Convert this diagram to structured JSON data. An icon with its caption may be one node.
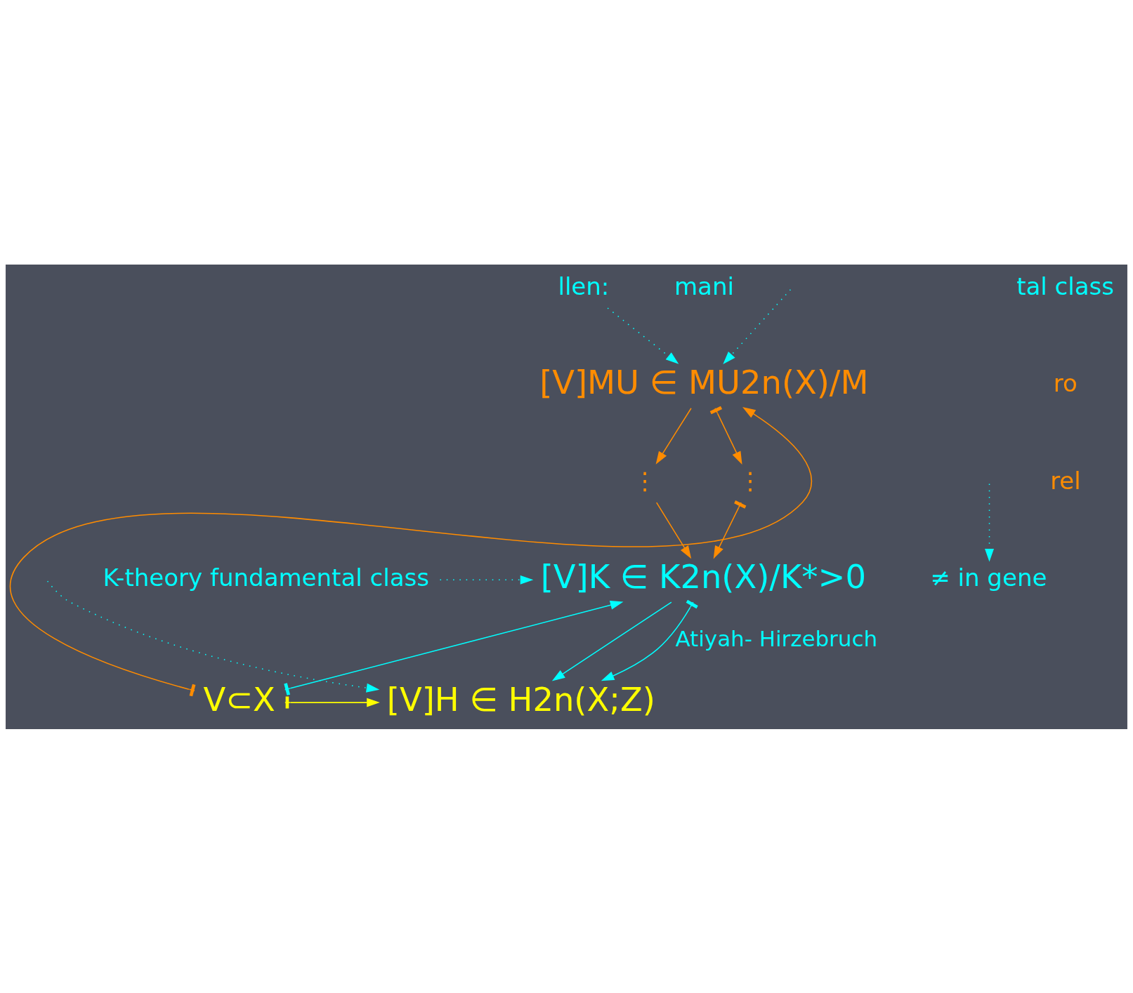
{
  "diagram": {
    "nodes": [
      {
        "text": [
          "llen:"
        ]
      },
      {
        "text": [
          "[V]MU ∈ MU2n(X)/M"
        ]
      },
      {
        "text": [
          "⋮"
        ]
      },
      {
        "text": [
          "⋮"
        ]
      },
      {
        "text": [
          "K-theory fundamental class"
        ]
      },
      {
        "text": [
          "[V]K ∈ K2n(X)/K*>0"
        ]
      },
      {
        "text": [
          "≠ in gene"
        ]
      },
      {
        "text": [
          "V⊂X"
        ]
      },
      {
        "text": [
          "[V]H ∈ H2n(X;Z)"
        ]
      }
    ],
    "edges": [
      {
        "from": 0,
        "to": 1,
        "arrow": "to",
        "style": "dashed"
      },
      {
        "from": null,
        "to": 1,
        "arrow": "to",
        "style": "dashed"
      },
      {
        "from": 7,
        "to": 1,
        "arrow": "to",
        "color": "#ff8c00"
      },
      {
        "from": 1,
        "to": 2,
        "arrow": "to",
        "color": "#ff8c00"
      },
      {
        "from": 1,
        "to": 3,
        "arrow": "to",
        "color": "#ff8c00"
      },
      {
        "from": 2,
        "to": 5,
        "arrow": "to",
        "color": "#ff8c00"
      },
      {
        "from": 3,
        "to": 5,
        "arrow": "to",
        "color": "#ff8c00"
      },
      {
        "from": 4,
        "to": 5,
        "arrow": "to",
        "style": "dashed"
      },
      {
        "from": 7,
        "to": 5,
        "arrow": "to"
      },
      {
        "from": 5,
        "to": 8,
        "arrow": "to",
        "label": "Atiyah- Hirzebruch"
      },
      {
        "from": 5,
        "to": 8,
        "arrow": "to"
      },
      {
        "from": 7,
        "to": 8,
        "arrow": "to",
        "color": "#ffff00"
      },
      {
        "from": null,
        "to": 8,
        "arrow": "to",
        "style": "dashed"
      },
      {
        "from": null,
        "to": 6,
        "arrow": "to",
        "style": "dashed"
      }
    ],
    "labels": [
      "mani",
      "tal class",
      "ro",
      "rel"
    ]
  }
}
